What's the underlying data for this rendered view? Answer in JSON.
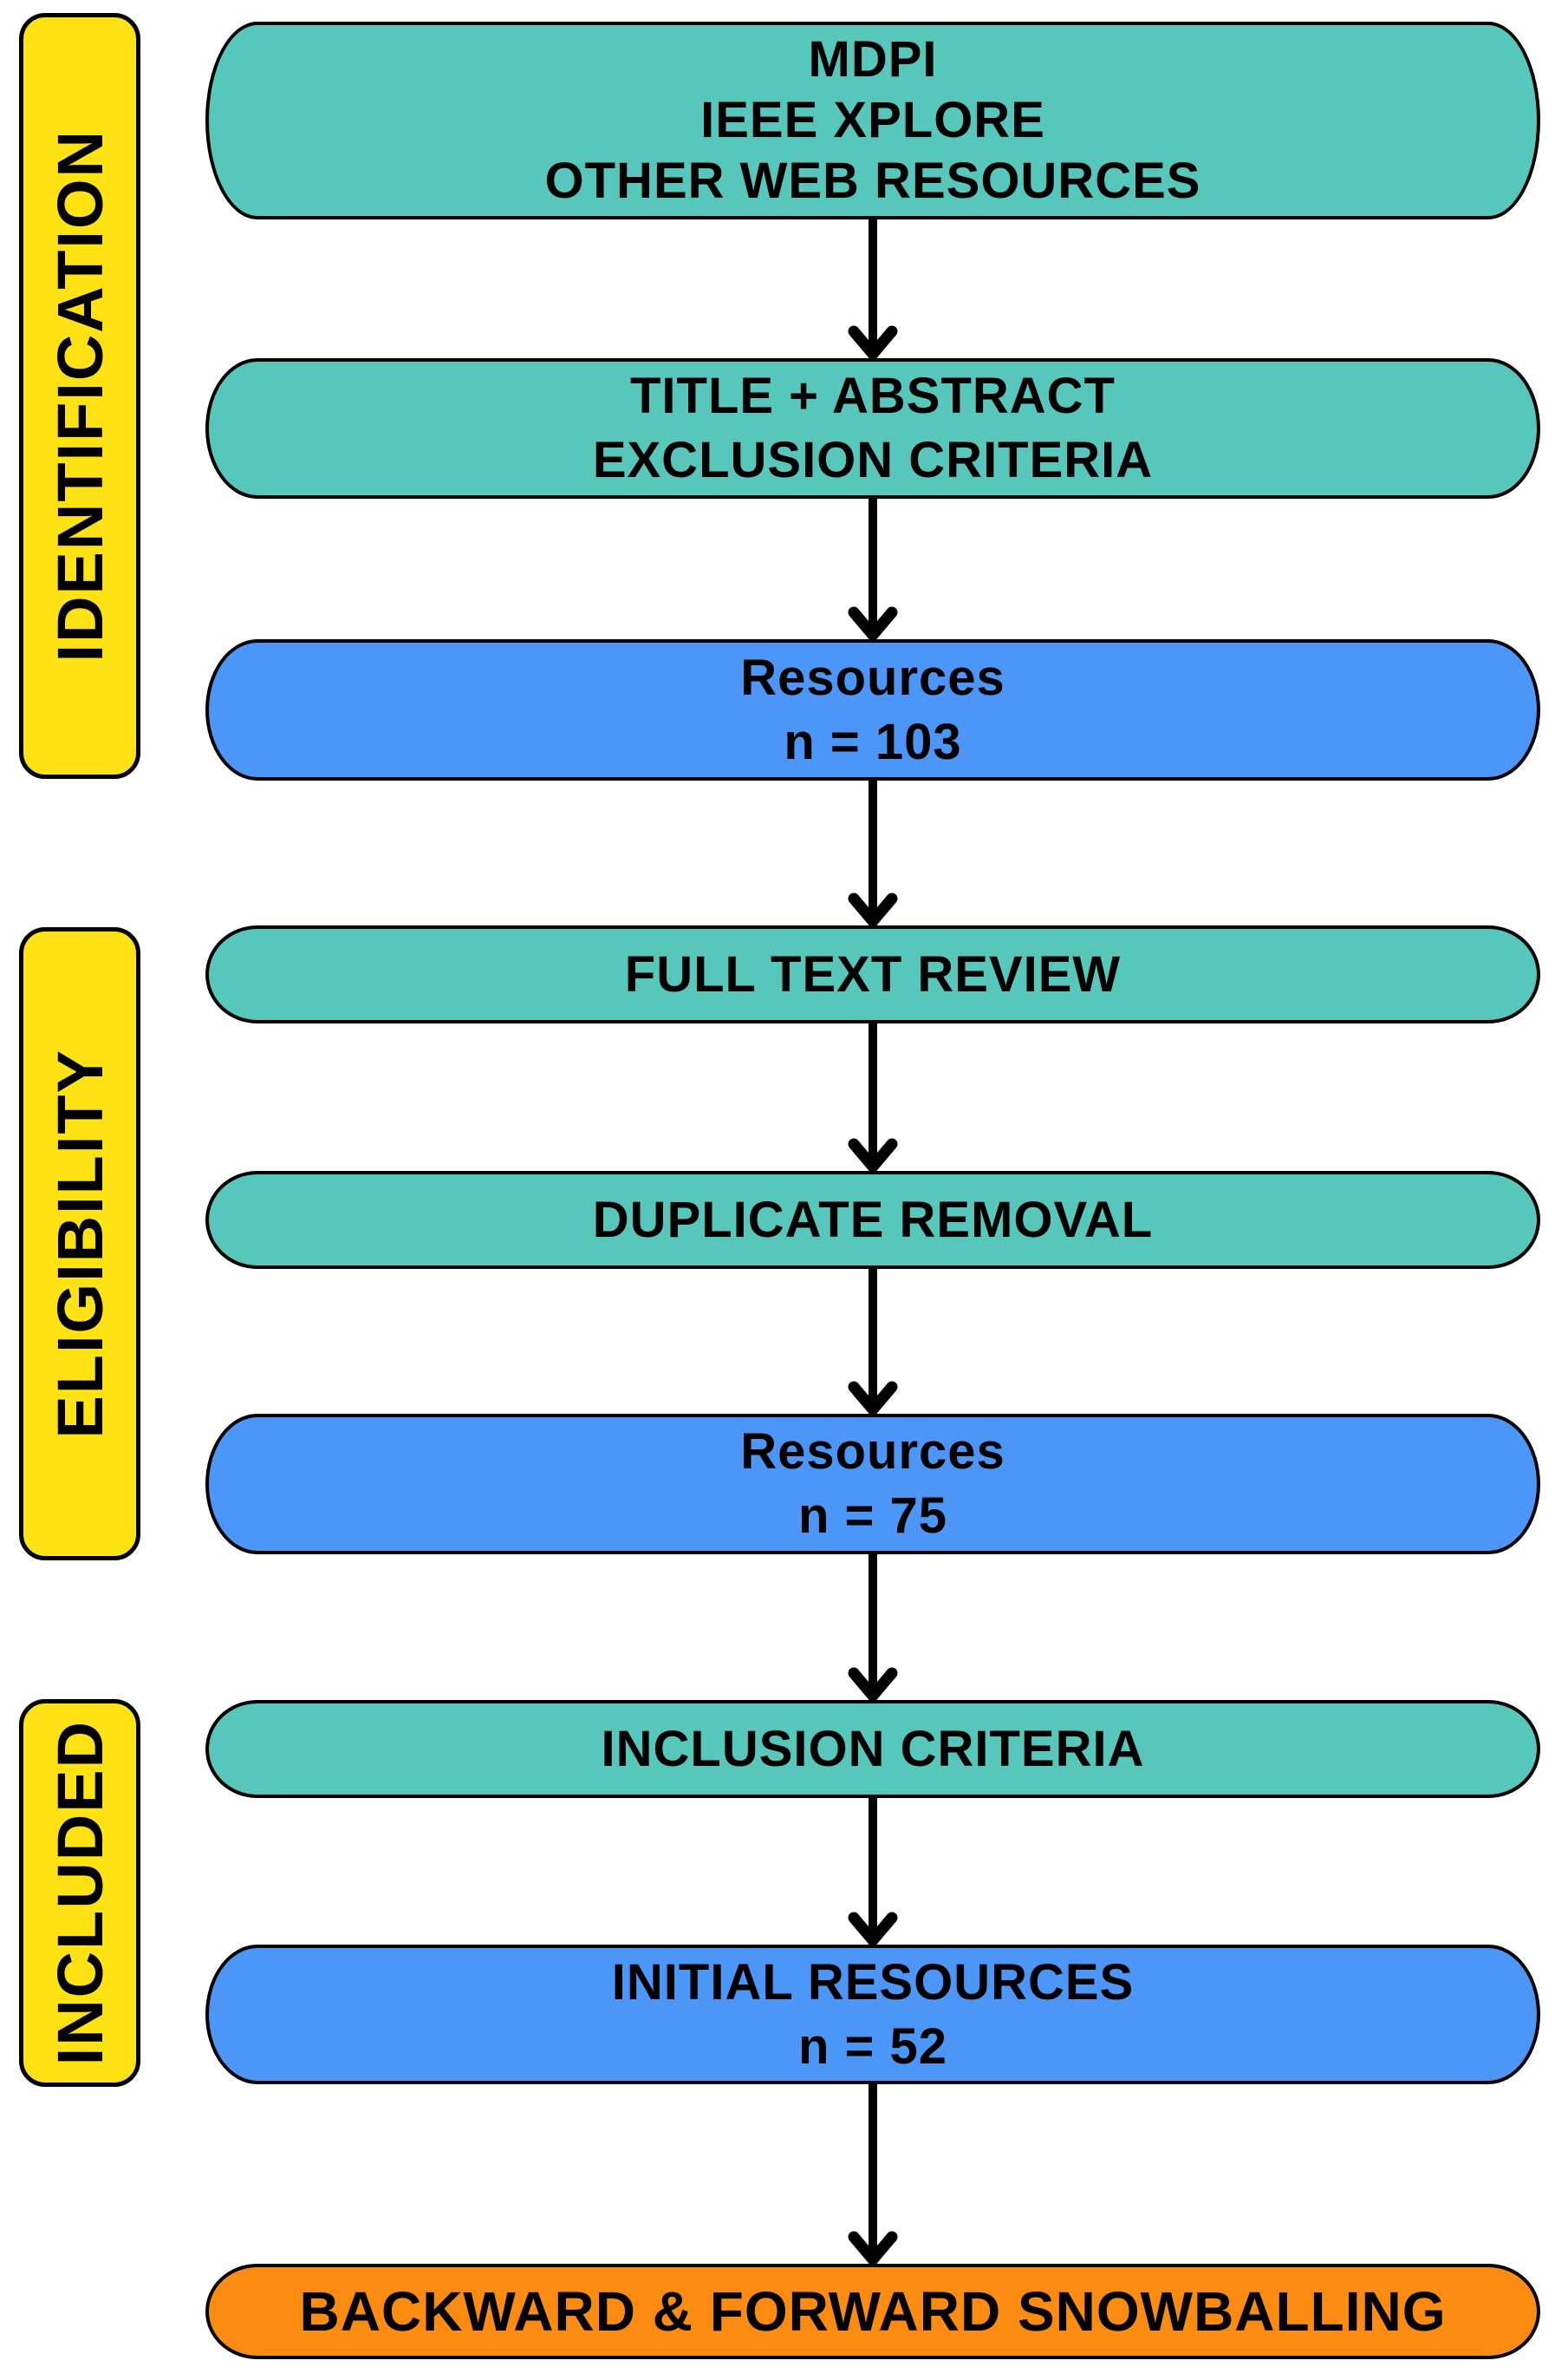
{
  "diagram": {
    "type": "prisma-literature-review-flowchart",
    "sections": [
      {
        "id": "identification",
        "label": "IDENTIFICATION"
      },
      {
        "id": "eligibility",
        "label": "ELIGIBILITY"
      },
      {
        "id": "included",
        "label": "INCLUDED"
      }
    ],
    "nodes": [
      {
        "id": "sources",
        "kind": "process",
        "section": "identification",
        "lines": [
          "MDPI",
          "IEEE XPLORE",
          "OTHER WEB RESOURCES"
        ]
      },
      {
        "id": "title-abstract",
        "kind": "process",
        "section": "identification",
        "lines": [
          "TITLE + ABSTRACT",
          "EXCLUSION CRITERIA"
        ]
      },
      {
        "id": "resources-103",
        "kind": "count",
        "section": "identification",
        "lines": [
          "Resources",
          "n = 103"
        ],
        "n": 103
      },
      {
        "id": "full-text-review",
        "kind": "process",
        "section": "eligibility",
        "lines": [
          "FULL TEXT REVIEW"
        ]
      },
      {
        "id": "duplicate-removal",
        "kind": "process",
        "section": "eligibility",
        "lines": [
          "DUPLICATE REMOVAL"
        ]
      },
      {
        "id": "resources-75",
        "kind": "count",
        "section": "eligibility",
        "lines": [
          "Resources",
          "n = 75"
        ],
        "n": 75
      },
      {
        "id": "inclusion-criteria",
        "kind": "process",
        "section": "included",
        "lines": [
          "INCLUSION CRITERIA"
        ]
      },
      {
        "id": "initial-resources",
        "kind": "count",
        "section": "included",
        "lines": [
          "INITIAL RESOURCES",
          "n = 52"
        ],
        "n": 52
      },
      {
        "id": "snowballing",
        "kind": "final",
        "section": "",
        "lines": [
          "BACKWARD & FORWARD SNOWBALLING"
        ]
      }
    ],
    "colors": {
      "teal": "#57C7BB",
      "blue": "#4C96F7",
      "yellow": "#FFE214",
      "orange": "#FB8C11",
      "outline": "#000000",
      "text": "#000000"
    }
  }
}
